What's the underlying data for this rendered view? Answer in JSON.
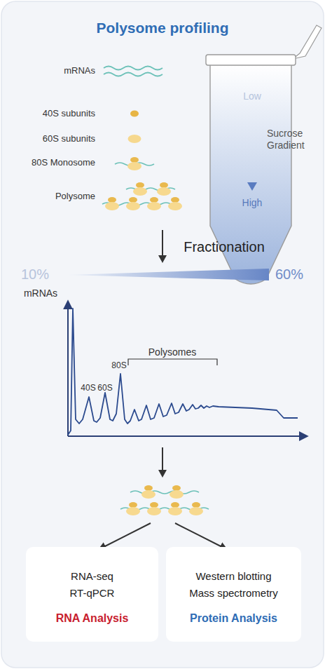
{
  "diagram": {
    "title": "Polysome profiling",
    "nodes": [
      {
        "text": [
          "RNA-seq",
          "RT-qPCR",
          "RNA Analysis"
        ]
      },
      {
        "text": [
          "Western blotting",
          "Mass spectrometry",
          "Protein Analysis"
        ]
      }
    ],
    "labels": [
      "Low",
      "Sucrose Gradient",
      "High",
      "Fractionation",
      "10%",
      "60%",
      "mRNAs",
      "40S",
      "60S",
      "80S",
      "Polysomes"
    ],
    "legend": [
      {
        "text": "mRNAs"
      },
      {
        "text": "40S subunits"
      },
      {
        "text": "60S subunits"
      },
      {
        "text": "80S Monosome"
      },
      {
        "text": "Polysome"
      }
    ]
  }
}
